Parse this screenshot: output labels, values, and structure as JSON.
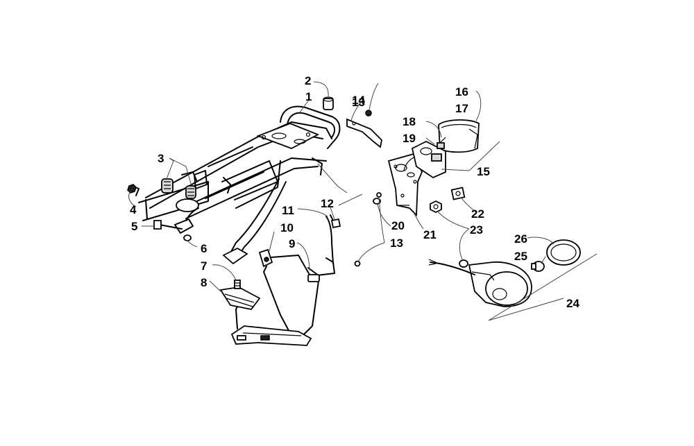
{
  "callouts": [
    {
      "id": "c1",
      "text": "1"
    },
    {
      "id": "c2",
      "text": "2"
    },
    {
      "id": "c3",
      "text": "3"
    },
    {
      "id": "c4",
      "text": "4"
    },
    {
      "id": "c5",
      "text": "5"
    },
    {
      "id": "c6",
      "text": "6"
    },
    {
      "id": "c7",
      "text": "7"
    },
    {
      "id": "c8",
      "text": "8"
    },
    {
      "id": "c9",
      "text": "9"
    },
    {
      "id": "c10",
      "text": "10"
    },
    {
      "id": "c11",
      "text": "11"
    },
    {
      "id": "c12",
      "text": "12"
    },
    {
      "id": "c13a",
      "text": "13"
    },
    {
      "id": "c13b",
      "text": "13"
    },
    {
      "id": "c14",
      "text": "14"
    },
    {
      "id": "c15",
      "text": "15"
    },
    {
      "id": "c16",
      "text": "16"
    },
    {
      "id": "c17",
      "text": "17"
    },
    {
      "id": "c18",
      "text": "18"
    },
    {
      "id": "c19",
      "text": "19"
    },
    {
      "id": "c20",
      "text": "20"
    },
    {
      "id": "c21",
      "text": "21"
    },
    {
      "id": "c22",
      "text": "22"
    },
    {
      "id": "c23",
      "text": "23"
    },
    {
      "id": "c24",
      "text": "24"
    },
    {
      "id": "c25",
      "text": "25"
    },
    {
      "id": "c26",
      "text": "26"
    }
  ]
}
